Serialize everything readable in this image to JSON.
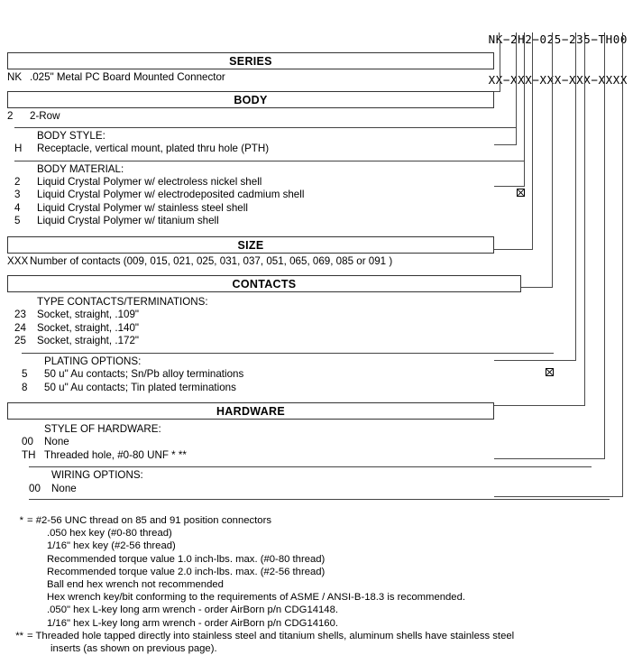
{
  "part_number": {
    "example": "NK−2H2−025−235−TH00",
    "mask": "XX−XXX−XXX−XXX−XXXX"
  },
  "sections": [
    {
      "title": "SERIES",
      "groups": [
        {
          "label": null,
          "rows": [
            {
              "code": "NK",
              "desc": ".025\" Metal PC Board Mounted Connector",
              "marked": false
            }
          ]
        }
      ]
    },
    {
      "title": "BODY",
      "groups": [
        {
          "label": null,
          "rows": [
            {
              "code": "2",
              "desc": "2-Row",
              "marked": false
            }
          ]
        },
        {
          "label": "BODY STYLE:",
          "rows": [
            {
              "code": "H",
              "desc": "Receptacle, vertical mount, plated thru hole (PTH)",
              "marked": false
            }
          ]
        },
        {
          "label": "BODY MATERIAL:",
          "rows": [
            {
              "code": "2",
              "desc": "Liquid Crystal Polymer w/ electroless nickel shell",
              "marked": false
            },
            {
              "code": "3",
              "desc": "Liquid Crystal Polymer w/ electrodeposited cadmium shell",
              "marked": true
            },
            {
              "code": "4",
              "desc": "Liquid Crystal Polymer w/ stainless steel shell",
              "marked": false
            },
            {
              "code": "5",
              "desc": "Liquid Crystal Polymer w/ titanium shell",
              "marked": false
            }
          ]
        }
      ]
    },
    {
      "title": "SIZE",
      "groups": [
        {
          "label": null,
          "rows": [
            {
              "code": "XXX",
              "desc": "Number of contacts (009, 015, 021, 025, 031, 037, 051, 065, 069, 085 or 091 )",
              "marked": false
            }
          ]
        }
      ]
    },
    {
      "title": "CONTACTS",
      "groups": [
        {
          "label": "TYPE CONTACTS/TERMINATIONS:",
          "rows": [
            {
              "code": "23",
              "desc": "Socket, straight, .109\"",
              "marked": false
            },
            {
              "code": "24",
              "desc": "Socket, straight, .140\"",
              "marked": false
            },
            {
              "code": "25",
              "desc": "Socket, straight, .172\"",
              "marked": false
            }
          ]
        },
        {
          "label": "PLATING OPTIONS:",
          "rows": [
            {
              "code": "5",
              "desc": "50 u\" Au contacts; Sn/Pb alloy terminations",
              "marked": true
            },
            {
              "code": "8",
              "desc": "50 u\" Au contacts; Tin plated terminations",
              "marked": false
            }
          ]
        }
      ]
    },
    {
      "title": "HARDWARE",
      "groups": [
        {
          "label": "STYLE OF HARDWARE:",
          "rows": [
            {
              "code": "00",
              "desc": "None",
              "marked": false
            },
            {
              "code": "TH",
              "desc": "Threaded hole, #0-80 UNF * **",
              "marked": false
            }
          ]
        },
        {
          "label": "WIRING OPTIONS:",
          "rows": [
            {
              "code": "00",
              "desc": "None",
              "marked": false
            }
          ]
        }
      ]
    }
  ],
  "footnotes": [
    {
      "marker": "*",
      "text": "= #2-56 UNC thread on 85 and 91 position connectors",
      "indent": false
    },
    {
      "marker": "",
      "text": ".050 hex key (#0-80 thread)",
      "indent": true
    },
    {
      "marker": "",
      "text": "1/16\" hex key (#2-56 thread)",
      "indent": true
    },
    {
      "marker": "",
      "text": "Recommended torque value 1.0 inch-lbs. max. (#0-80 thread)",
      "indent": true
    },
    {
      "marker": "",
      "text": "Recommended torque value 2.0 inch-lbs. max. (#2-56 thread)",
      "indent": true
    },
    {
      "marker": "",
      "text": "Ball end hex wrench not recommended",
      "indent": true
    },
    {
      "marker": "",
      "text": "Hex wrench key/bit conforming to the requirements of ASME / ANSI-B-18.3 is recommended.",
      "indent": true
    },
    {
      "marker": "",
      "text": ".050\" hex L-key long arm wrench - order AirBorn p/n CDG14148.",
      "indent": true
    },
    {
      "marker": "",
      "text": "1/16\" hex L-key long arm wrench - order AirBorn p/n CDG14160.",
      "indent": true
    },
    {
      "marker": "**",
      "text": "= Threaded hole tapped directly into stainless steel and titanium shells, aluminum shells have stainless steel",
      "indent": false
    },
    {
      "marker": "",
      "text": "inserts (as shown on previous page).",
      "indent": true
    }
  ]
}
